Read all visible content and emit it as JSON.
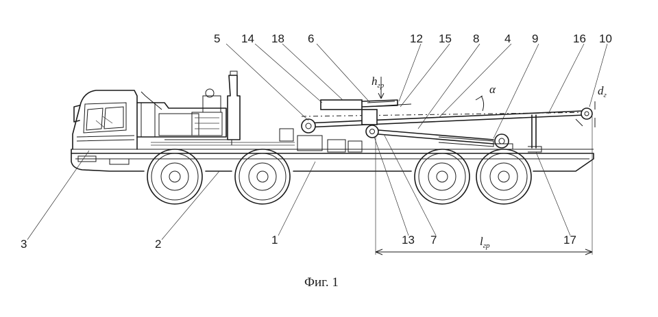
{
  "caption": "Фиг. 1",
  "labels": {
    "n1": "1",
    "n2": "2",
    "n3": "3",
    "n4": "4",
    "n5": "5",
    "n6": "6",
    "n7": "7",
    "n8": "8",
    "n9": "9",
    "n10": "10",
    "n12": "12",
    "n13": "13",
    "n14": "14",
    "n15": "15",
    "n16": "16",
    "n17": "17",
    "n18": "18"
  },
  "dimensions": {
    "h_main": "h",
    "h_sub": "гр",
    "d_main": "d",
    "d_sub": "г",
    "l_main": "l",
    "l_sub": "гр",
    "alpha": "α"
  }
}
